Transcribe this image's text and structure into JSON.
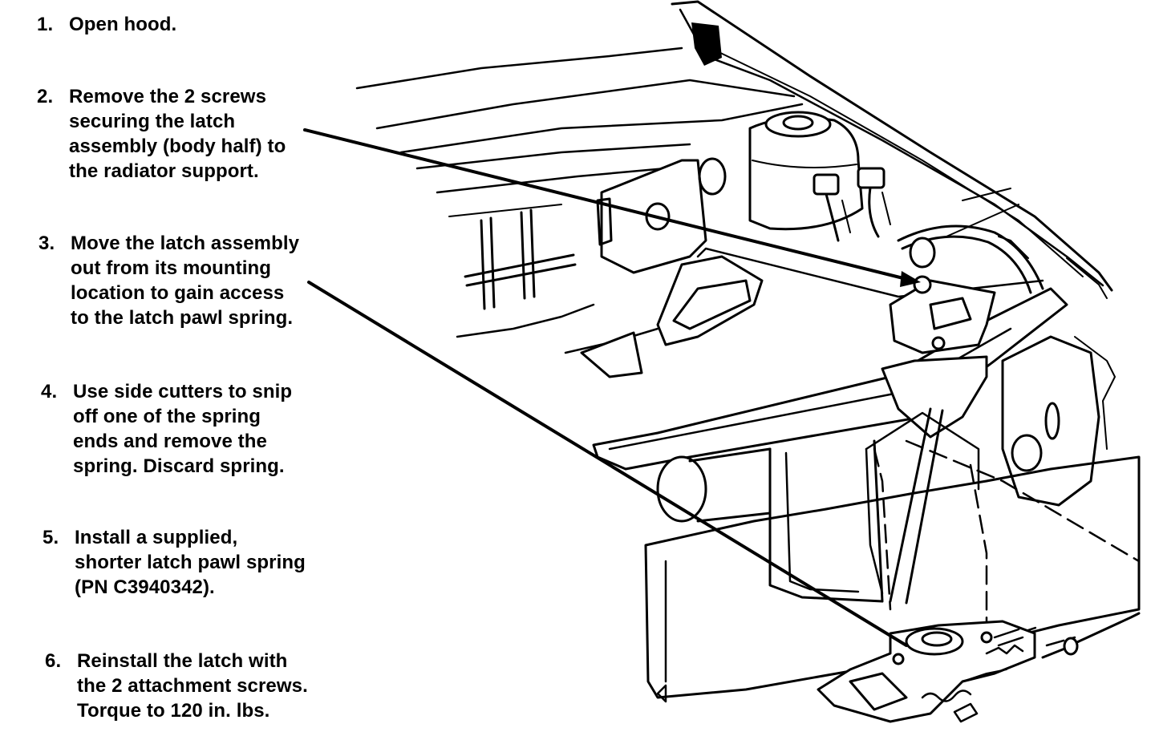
{
  "steps": [
    {
      "number": "1.",
      "lines": [
        "Open hood."
      ]
    },
    {
      "number": "2.",
      "lines": [
        "Remove the 2 screws",
        "securing the latch",
        "assembly (body half) to",
        "the radiator support."
      ]
    },
    {
      "number": "3.",
      "lines": [
        "Move the latch assembly",
        "out from its mounting",
        "location to gain access",
        "to the latch pawl spring."
      ]
    },
    {
      "number": "4.",
      "lines": [
        "Use side cutters to snip",
        "off one of the spring",
        "ends and remove the",
        "spring. Discard spring."
      ]
    },
    {
      "number": "5.",
      "lines": [
        "Install a supplied,",
        "shorter latch pawl spring",
        "(PN C3940342)."
      ]
    },
    {
      "number": "6.",
      "lines": [
        "Reinstall the latch with",
        "the 2 attachment screws.",
        "Torque to 120 in. lbs."
      ]
    }
  ],
  "colors": {
    "ink": "#000000",
    "paper": "#ffffff"
  }
}
